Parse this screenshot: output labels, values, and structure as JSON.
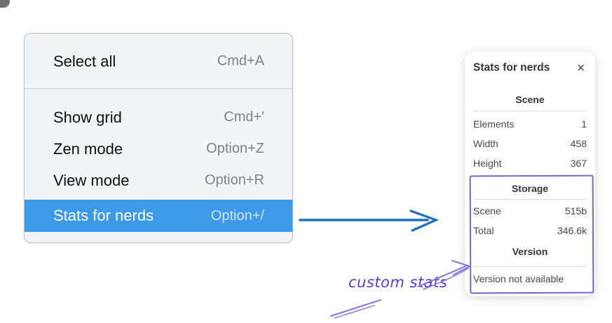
{
  "menu": {
    "items": [
      {
        "label": "Select all",
        "shortcut": "Cmd+A"
      },
      {
        "label": "Show grid",
        "shortcut": "Cmd+'"
      },
      {
        "label": "Zen mode",
        "shortcut": "Option+Z"
      },
      {
        "label": "View mode",
        "shortcut": "Option+R"
      },
      {
        "label": "Stats for nerds",
        "shortcut": "Option+/",
        "selected": true
      }
    ]
  },
  "panel": {
    "title": "Stats for nerds",
    "close_glyph": "✕",
    "scene": {
      "title": "Scene",
      "rows": [
        {
          "label": "Elements",
          "value": "1"
        },
        {
          "label": "Width",
          "value": "458"
        },
        {
          "label": "Height",
          "value": "367"
        }
      ]
    },
    "storage": {
      "title": "Storage",
      "rows": [
        {
          "label": "Scene",
          "value": "515b"
        },
        {
          "label": "Total",
          "value": "346.6k"
        }
      ]
    },
    "version": {
      "title": "Version",
      "note": "Version not available"
    }
  },
  "annotation": {
    "label": "custom stats"
  },
  "colors": {
    "selection_blue": "#3d9ae9",
    "flow_arrow_blue": "#1d6ec0",
    "highlight_purple": "#7a63d2",
    "annotation_text_purple": "#5a3dcf",
    "menu_background": "#f3f4f6"
  }
}
